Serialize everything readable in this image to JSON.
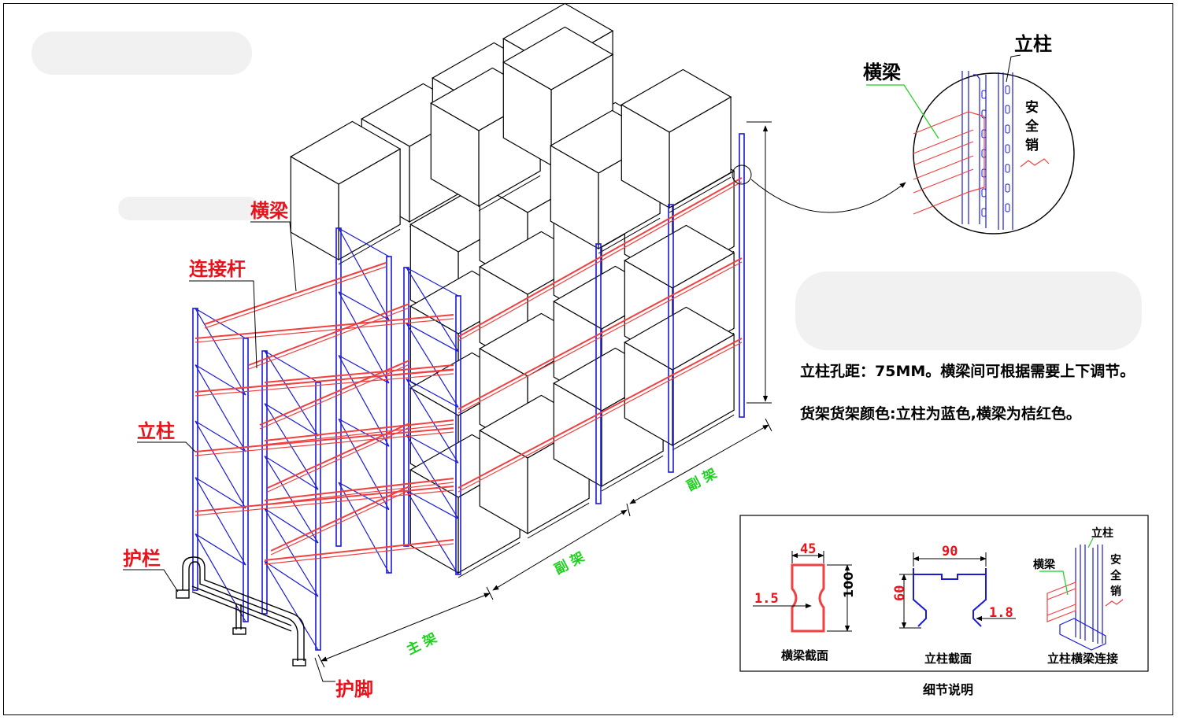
{
  "rack_labels": {
    "beam": "横梁",
    "connector": "连接杆",
    "upright": "立柱",
    "guardrail": "护栏",
    "foot_guard": "护脚"
  },
  "bay_labels": {
    "main": "主 架",
    "sub1": "副 架",
    "sub2": "副 架"
  },
  "zoom_detail": {
    "beam": "横梁",
    "upright": "立柱",
    "safety_pin": "安\n全\n销",
    "safety_pin_chars": [
      "安",
      "全",
      "销"
    ]
  },
  "notes": {
    "line1": "立柱孔距：75MM。横梁间可根据需要上下调节。",
    "line2": "货架货架颜色:立柱为蓝色,横梁为桔红色。"
  },
  "detail_box": {
    "caption": "细节说明",
    "beam_section": {
      "title": "横梁截面",
      "width": "45",
      "height": "100",
      "thickness": "1.5"
    },
    "upright_section": {
      "title": "立柱截面",
      "width": "90",
      "height": "60",
      "thickness": "1.8"
    },
    "connection": {
      "title": "立柱横梁连接",
      "upright": "立柱",
      "beam": "横梁",
      "safety_pin_chars": [
        "安",
        "全",
        "销"
      ]
    }
  },
  "colors": {
    "upright": "#1a1ad8",
    "beam": "#f04040",
    "label_red": "#e8121b",
    "label_green": "#19d219"
  }
}
